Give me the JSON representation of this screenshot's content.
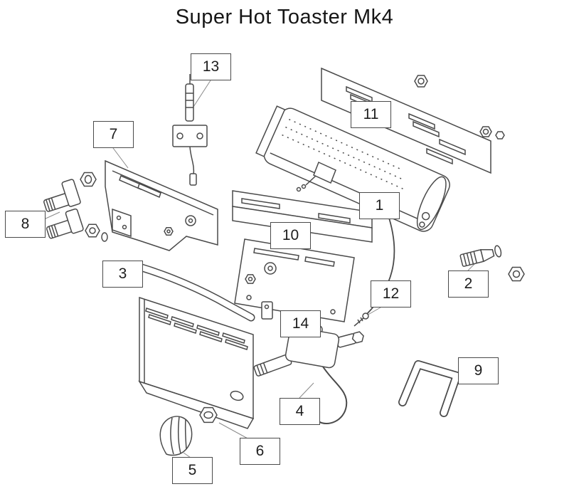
{
  "title": "Super Hot Toaster Mk4",
  "colors": {
    "diagram_line": "#4a4a4a",
    "background": "#ffffff",
    "leader_line": "#8a8a8a"
  },
  "callouts": [
    {
      "label": "1"
    },
    {
      "label": "2"
    },
    {
      "label": "3"
    },
    {
      "label": "4"
    },
    {
      "label": "5"
    },
    {
      "label": "6"
    },
    {
      "label": "7"
    },
    {
      "label": "8"
    },
    {
      "label": "9"
    },
    {
      "label": "10"
    },
    {
      "label": "11"
    },
    {
      "label": "12"
    },
    {
      "label": "13"
    },
    {
      "label": "14"
    }
  ]
}
